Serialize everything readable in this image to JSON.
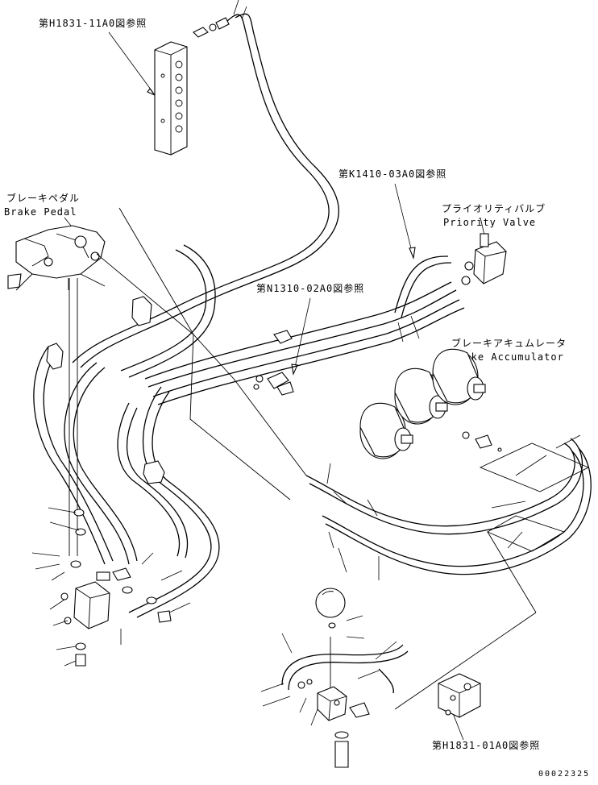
{
  "references": {
    "top_valve": "第H1831-11A0図参照",
    "priority_hose": "第K1410-03A0図参照",
    "mid_connector": "第N1310-02A0図参照",
    "bottom_block": "第H1831-01A0図参照"
  },
  "labels": {
    "brake_pedal_jp": "ブレーキペダル",
    "brake_pedal_en": "Brake Pedal",
    "priority_valve_jp": "プライオリティバルブ",
    "priority_valve_en": "Priority Valve",
    "brake_accumulator_jp": "ブレーキアキュムレータ",
    "brake_accumulator_en": "Brake Accumulator"
  },
  "drawing_number": "00022325"
}
